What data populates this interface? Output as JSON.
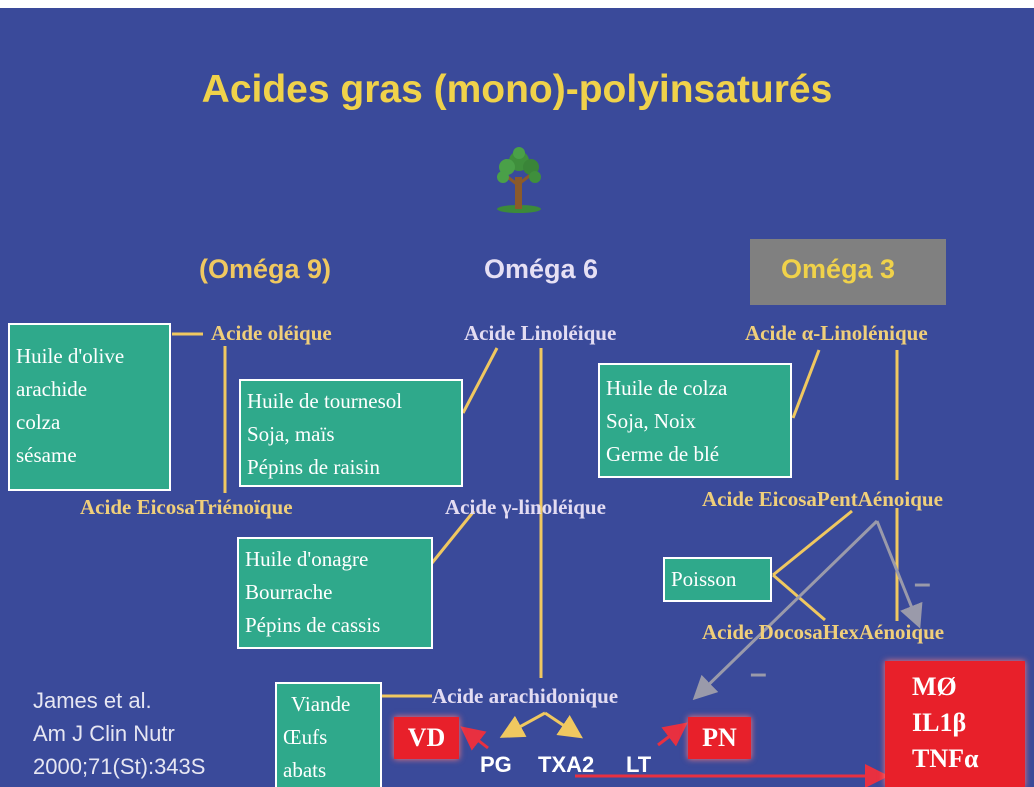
{
  "title": "Acides gras (mono)-polyinsaturés",
  "headings": {
    "omega9": "(Oméga 9)",
    "omega6": "Oméga 6",
    "omega3": "Oméga 3"
  },
  "acids": {
    "oleique": "Acide oléique",
    "linoleique": "Acide Linoléique",
    "alpha_linolenique": "Acide α-Linolénique",
    "eicosatrienoique": "Acide EicosaTriénoïque",
    "gamma_linoleique": "Acide γ-linoléique",
    "eicosapentaenoique": "Acide EicosaPentAénoique",
    "docosahexaenoique": "Acide DocosaHexAénoique",
    "arachidonique": "Acide arachidonique"
  },
  "sources": {
    "omega9": [
      "Huile d'olive",
      "arachide",
      "colza",
      "sésame"
    ],
    "linoleique": [
      "Huile de tournesol",
      "Soja, maïs",
      "Pépins de raisin"
    ],
    "alpha": [
      "Huile de colza",
      "Soja, Noix",
      "Germe de blé"
    ],
    "gamma": [
      "Huile d'onagre",
      "Bourrache",
      "Pépins de cassis"
    ],
    "poisson": "Poisson",
    "arachidonique": [
      "Viande",
      "Œufs",
      "abats"
    ]
  },
  "mediators": {
    "pg": "PG",
    "txa2": "TXA2",
    "lt": "LT"
  },
  "effects": {
    "vd": "VD",
    "pn": "PN",
    "cytokines": [
      "MØ",
      "IL1β",
      "TNFα"
    ]
  },
  "signs": {
    "minus_upper": "–",
    "minus_lower": "–"
  },
  "citation": [
    "James et al.",
    "Am J Clin Nutr",
    "2000;71(St):343S"
  ],
  "colors": {
    "background": "#3a4a9a",
    "title": "#f0d24a",
    "connector": "#f0c860",
    "source_box": "#2fa98b",
    "effect_box": "#e8202a",
    "inhibition_arrow": "#9a9aaa",
    "red_arrow": "#e83040"
  }
}
